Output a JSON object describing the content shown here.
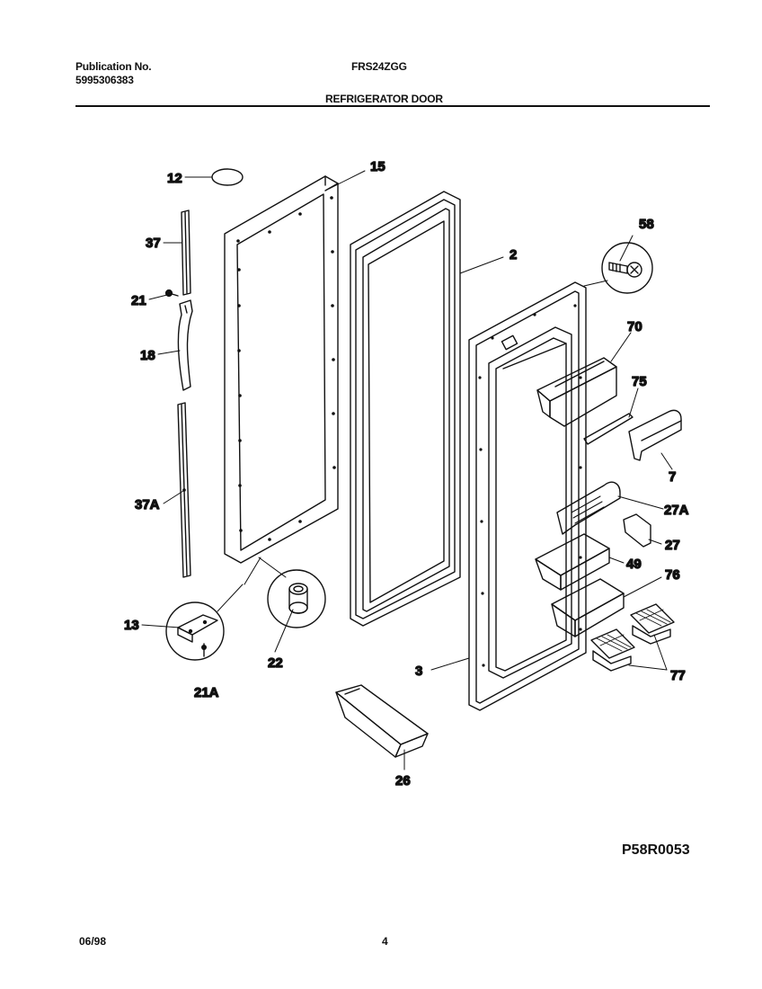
{
  "header": {
    "publication_label": "Publication No.",
    "publication_number": "5995306383",
    "model": "FRS24ZGG",
    "section_title": "REFRIGERATOR DOOR"
  },
  "parts": [
    {
      "id": "p12",
      "label": "12"
    },
    {
      "id": "p15",
      "label": "15"
    },
    {
      "id": "p37",
      "label": "37"
    },
    {
      "id": "p21",
      "label": "21"
    },
    {
      "id": "p18",
      "label": "18"
    },
    {
      "id": "p37a",
      "label": "37A"
    },
    {
      "id": "p13",
      "label": "13"
    },
    {
      "id": "p21a",
      "label": "21A"
    },
    {
      "id": "p22",
      "label": "22"
    },
    {
      "id": "p2",
      "label": "2"
    },
    {
      "id": "p58",
      "label": "58"
    },
    {
      "id": "p70",
      "label": "70"
    },
    {
      "id": "p75",
      "label": "75"
    },
    {
      "id": "p7",
      "label": "7"
    },
    {
      "id": "p27a",
      "label": "27A"
    },
    {
      "id": "p27",
      "label": "27"
    },
    {
      "id": "p49",
      "label": "49"
    },
    {
      "id": "p76",
      "label": "76"
    },
    {
      "id": "p3",
      "label": "3"
    },
    {
      "id": "p77",
      "label": "77"
    },
    {
      "id": "p26",
      "label": "26"
    }
  ],
  "diagram_code": "P58R0053",
  "footer": {
    "date": "06/98",
    "page": "4"
  }
}
